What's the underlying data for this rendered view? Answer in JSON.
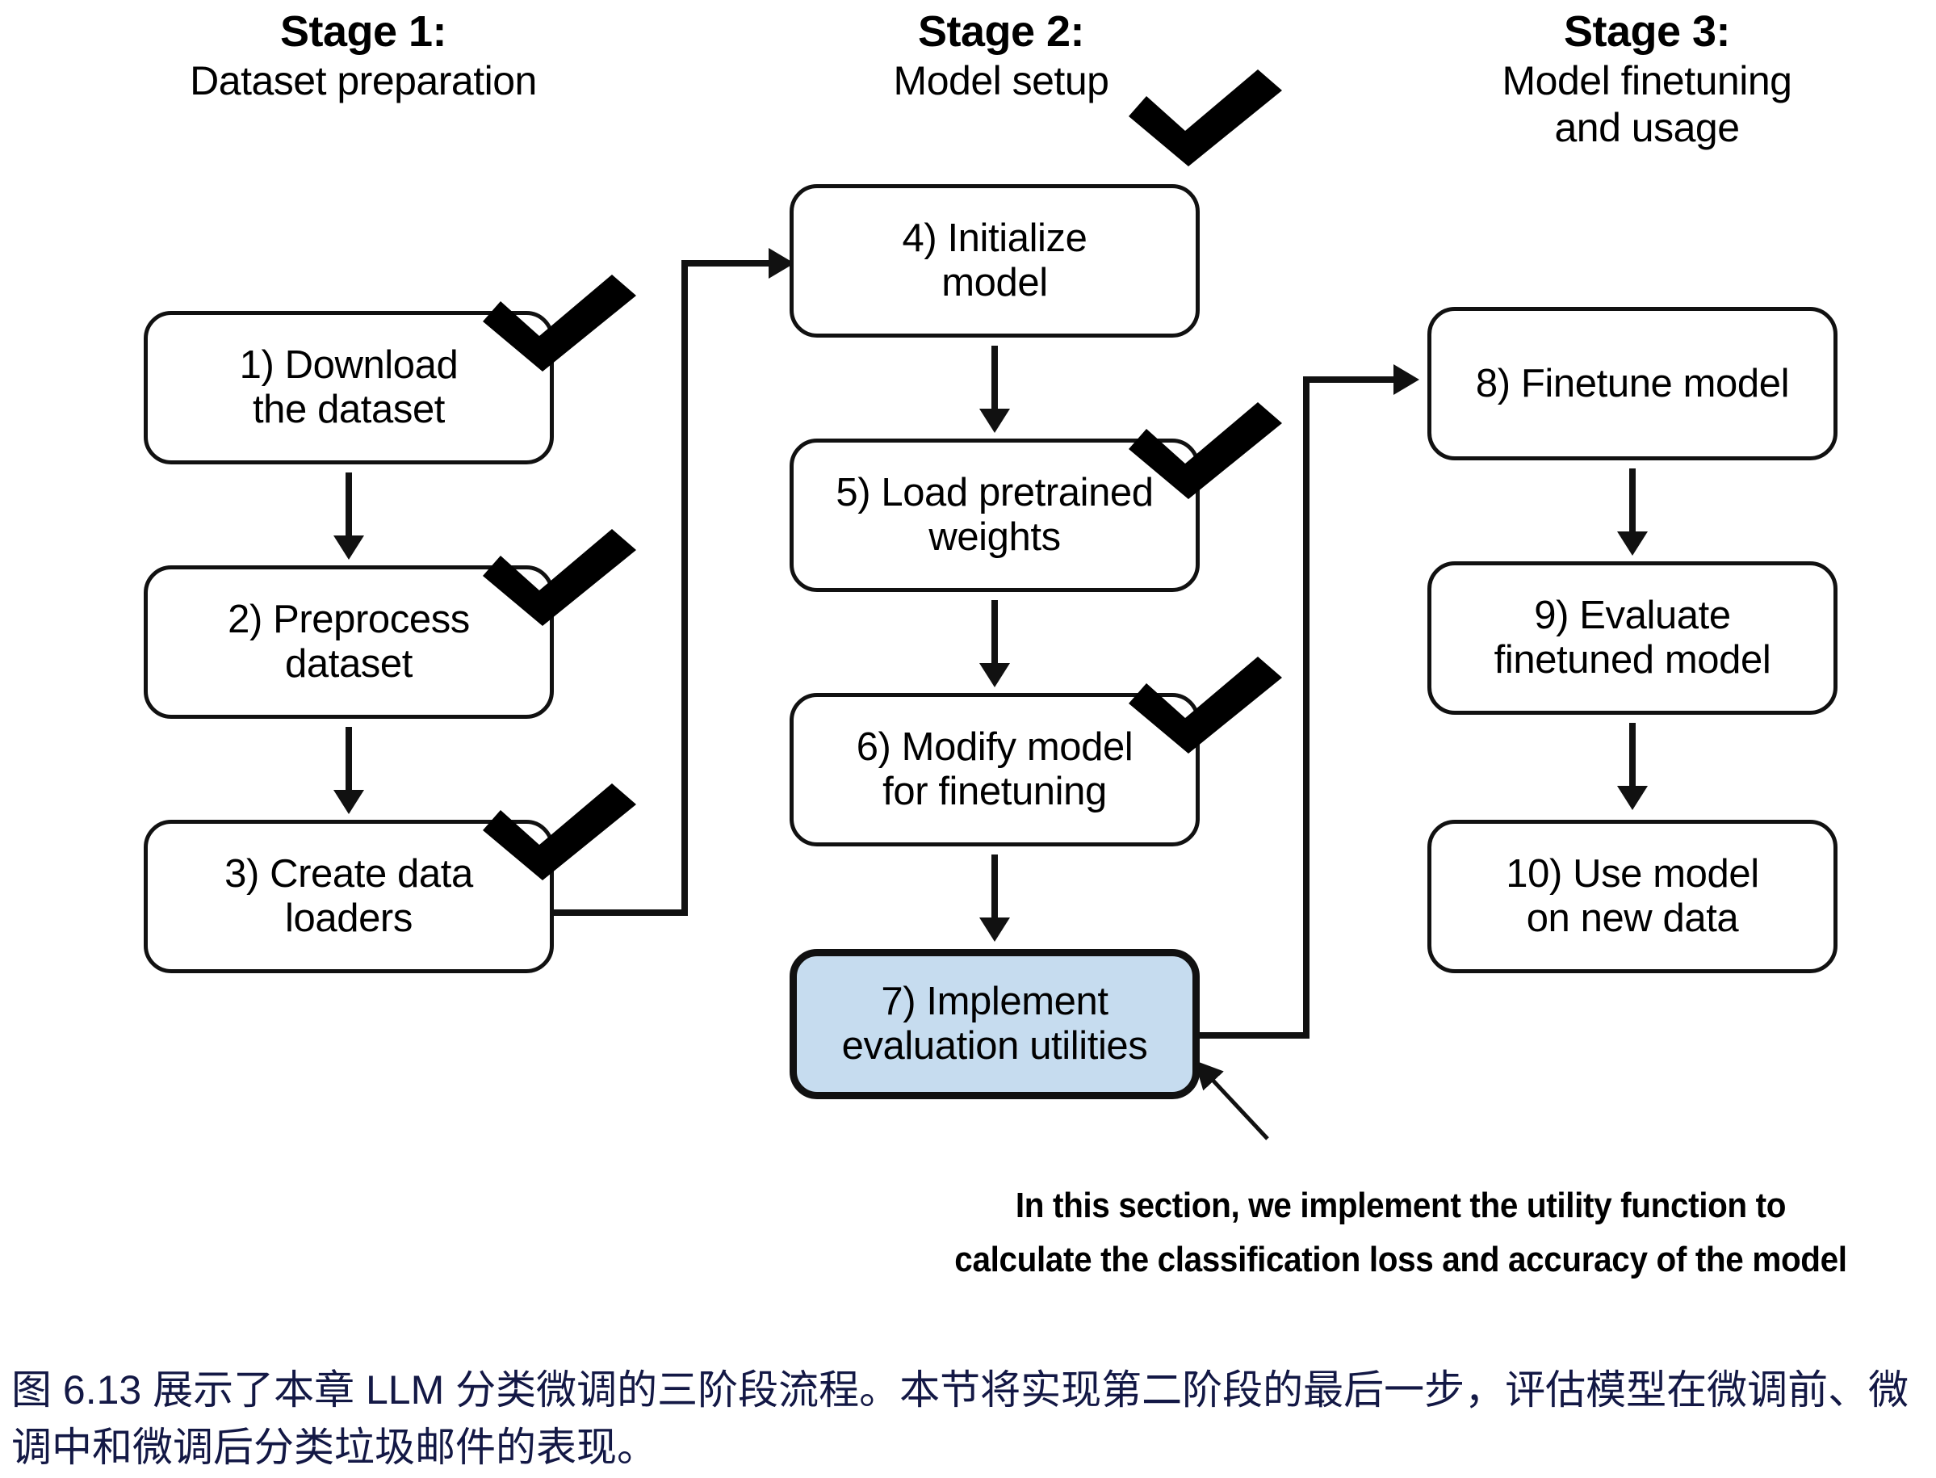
{
  "figure": {
    "background": "#ffffff",
    "box_border_color": "#111111",
    "highlight_fill": "#c6dcef",
    "caption_color": "#131845"
  },
  "stages": [
    {
      "title": "Stage 1:",
      "subtitle": "Dataset preparation"
    },
    {
      "title": "Stage 2:",
      "subtitle": "Model setup"
    },
    {
      "title": "Stage 3:",
      "subtitle_line1": "Model finetuning",
      "subtitle_line2": "and usage"
    }
  ],
  "boxes": {
    "b1": {
      "line1": "1) Download",
      "line2": "the dataset",
      "checked": true
    },
    "b2": {
      "line1": "2) Preprocess",
      "line2": "dataset",
      "checked": true
    },
    "b3": {
      "line1": "3) Create data",
      "line2": "loaders",
      "checked": true
    },
    "b4": {
      "line1": "4) Initialize",
      "line2": "model",
      "checked": true
    },
    "b5": {
      "line1": "5) Load pretrained",
      "line2": "weights",
      "checked": true
    },
    "b6": {
      "line1": "6) Modify model",
      "line2": "for finetuning",
      "checked": true
    },
    "b7": {
      "line1": "7) Implement",
      "line2": "evaluation utilities",
      "checked": false,
      "highlighted": true
    },
    "b8": {
      "line1": "8) Finetune model",
      "line2": "",
      "checked": false
    },
    "b9": {
      "line1": "9) Evaluate",
      "line2": "finetuned model",
      "checked": false
    },
    "b10": {
      "line1": "10) Use model",
      "line2": "on new data",
      "checked": false
    }
  },
  "callout": {
    "line1": "In this section, we implement the utility function to",
    "line2": "calculate the classification loss and accuracy of the model"
  },
  "caption": {
    "text": "图 6.13 展示了本章 LLM 分类微调的三阶段流程。本节将实现第二阶段的最后一步，评估模型在微调前、微调中和微调后分类垃圾邮件的表现。"
  }
}
